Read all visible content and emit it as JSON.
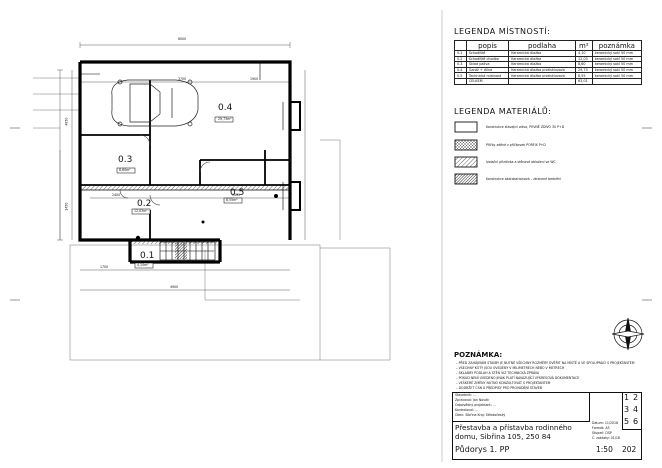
{
  "room_legend": {
    "title": "LEGENDA MÍSTNOSTÍ:",
    "headers": [
      "",
      "popis",
      "podlaha",
      "m²",
      "poznámka"
    ],
    "rows": [
      [
        "0.1",
        "Schodiště",
        "Keramická dlažba",
        "4,10",
        "keramický sokl 50 mm"
      ],
      [
        "0.2",
        "Schodiště chodba",
        "Keramická dlažba",
        "12,03",
        "keramický sokl 50 mm"
      ],
      [
        "0.3",
        "Sklad paliva",
        "Keramická dlažba",
        "8,60",
        "keramický sokl 50 mm"
      ],
      [
        "0.4",
        "Garáž + dílna",
        "Keramická dlažba protiskluzová",
        "29,73",
        "keramický sokl 50 mm"
      ],
      [
        "0.5",
        "Technická místnost",
        "Keramická dlažba protiskluzová",
        "8,55",
        "keramický sokl 50 mm"
      ]
    ],
    "total_label": "CELKEM",
    "total_value": "63,01"
  },
  "material_legend": {
    "title": "LEGENDA MATERIÁLŮ:",
    "items": [
      {
        "pattern": "blank",
        "text": "Konstrukce stávající zdivo, PEVNÉ ZDIVO 30 P+D"
      },
      {
        "pattern": "cross",
        "text": "Příčky zděné z příčkovek PORFIX P+D"
      },
      {
        "pattern": "hatch",
        "text": "Izolační přizdívka a stěnové obložení ve WC"
      },
      {
        "pattern": "dense",
        "text": "Konstrukce sádrokartonová – ztracené bednění"
      }
    ]
  },
  "plan": {
    "overall_dim": "6000",
    "rooms": [
      {
        "num": "0.1",
        "area": "4,10m²"
      },
      {
        "num": "0.2",
        "area": "12,03m²"
      },
      {
        "num": "0.3",
        "area": "8,60m²"
      },
      {
        "num": "0.4",
        "area": "29,73m²"
      },
      {
        "num": "0.5",
        "area": "8,55m²"
      }
    ],
    "dims": {
      "top_a": "3700",
      "top_b": "1900",
      "mid_a": "2400",
      "mid_b": "1500",
      "bot_a": "1700",
      "bot_b": "4900",
      "left_a": "4850",
      "left_b": "1450"
    }
  },
  "notes": {
    "title": "POZNÁMKA:",
    "lines": [
      "– PŘED ZAHÁJENÍM STAVBY JE NUTNÉ VŠECHNY ROZMĚRY OVĚŘIT NA MÍSTĚ A VE SPOLUPRÁCI S PROJEKTANTEM",
      "– VŠECHNY KÓTY JSOU UVEDENY V MILIMETRECH NEBO V METRECH",
      "– SKLADBY PODLAH A STĚN VIZ TECHNICKÁ ZPRÁVA",
      "– POKUD NENÍ UVEDENO JINAK PLATÍ NAVAZUJÍCÍ VÝKRESOVÁ DOKUMENTACE",
      "– VEŠKERÉ ZMĚNY NUTNO KONZULTOVAT S PROJEKTANTEM",
      "– DODRŽET ČSN A PŘEDPISY PRO PROVÁDĚNÍ STAVEB"
    ]
  },
  "title_block": {
    "project_title_1": "Přestavba a přístavba rodinného",
    "project_title_2": "domu, Sibřina 105, 250 84",
    "drawing_name": "Půdorys 1. PP",
    "scale": "1:50",
    "drawing_no": "202",
    "sheet_numbers": [
      "1",
      "2",
      "3",
      "4",
      "5",
      "6"
    ],
    "field_lines": [
      "Stavebník: ...",
      "Zpracoval: Jan Novák",
      "Odpovědný projektant: ...",
      "Kontroloval: ...",
      "Obec: Sibřina  Kraj: Středočeský"
    ],
    "right_fields": [
      "Datum: 11/2018",
      "Formát: A3",
      "Stupeň: DSP",
      "Č. zakázky: 01/18"
    ]
  }
}
